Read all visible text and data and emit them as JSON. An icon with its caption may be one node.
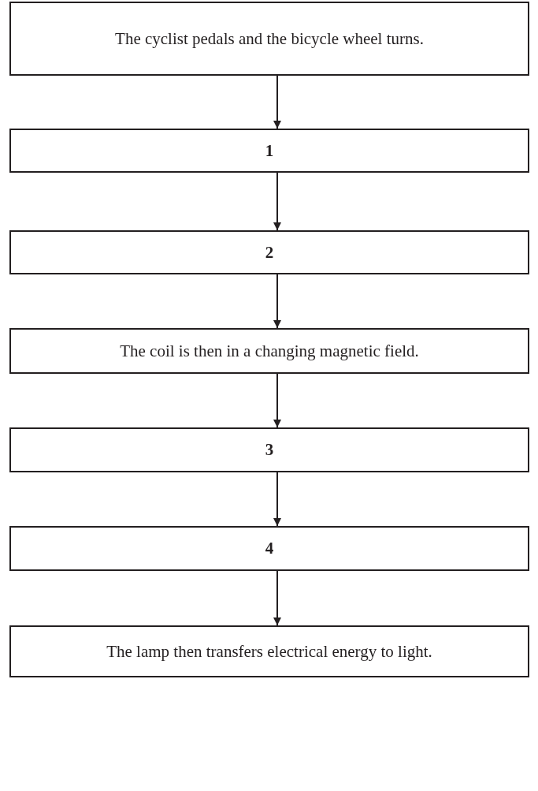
{
  "diagram": {
    "nodes": [
      {
        "text": [
          "The cyclist pedals and the bicycle wheel turns."
        ]
      },
      {
        "text": [
          "1"
        ]
      },
      {
        "text": [
          "2"
        ]
      },
      {
        "text": [
          "The coil is then in a changing magnetic field."
        ]
      },
      {
        "text": [
          "3"
        ]
      },
      {
        "text": [
          "4"
        ]
      },
      {
        "text": [
          "The lamp then transfers electrical energy to light."
        ]
      }
    ],
    "edges": [
      {
        "from": 0,
        "to": 1,
        "arrow": "to"
      },
      {
        "from": 1,
        "to": 2,
        "arrow": "to"
      },
      {
        "from": 2,
        "to": 3,
        "arrow": "to"
      },
      {
        "from": 3,
        "to": 4,
        "arrow": "to"
      },
      {
        "from": 4,
        "to": 5,
        "arrow": "to"
      },
      {
        "from": 5,
        "to": 6,
        "arrow": "to"
      }
    ]
  }
}
